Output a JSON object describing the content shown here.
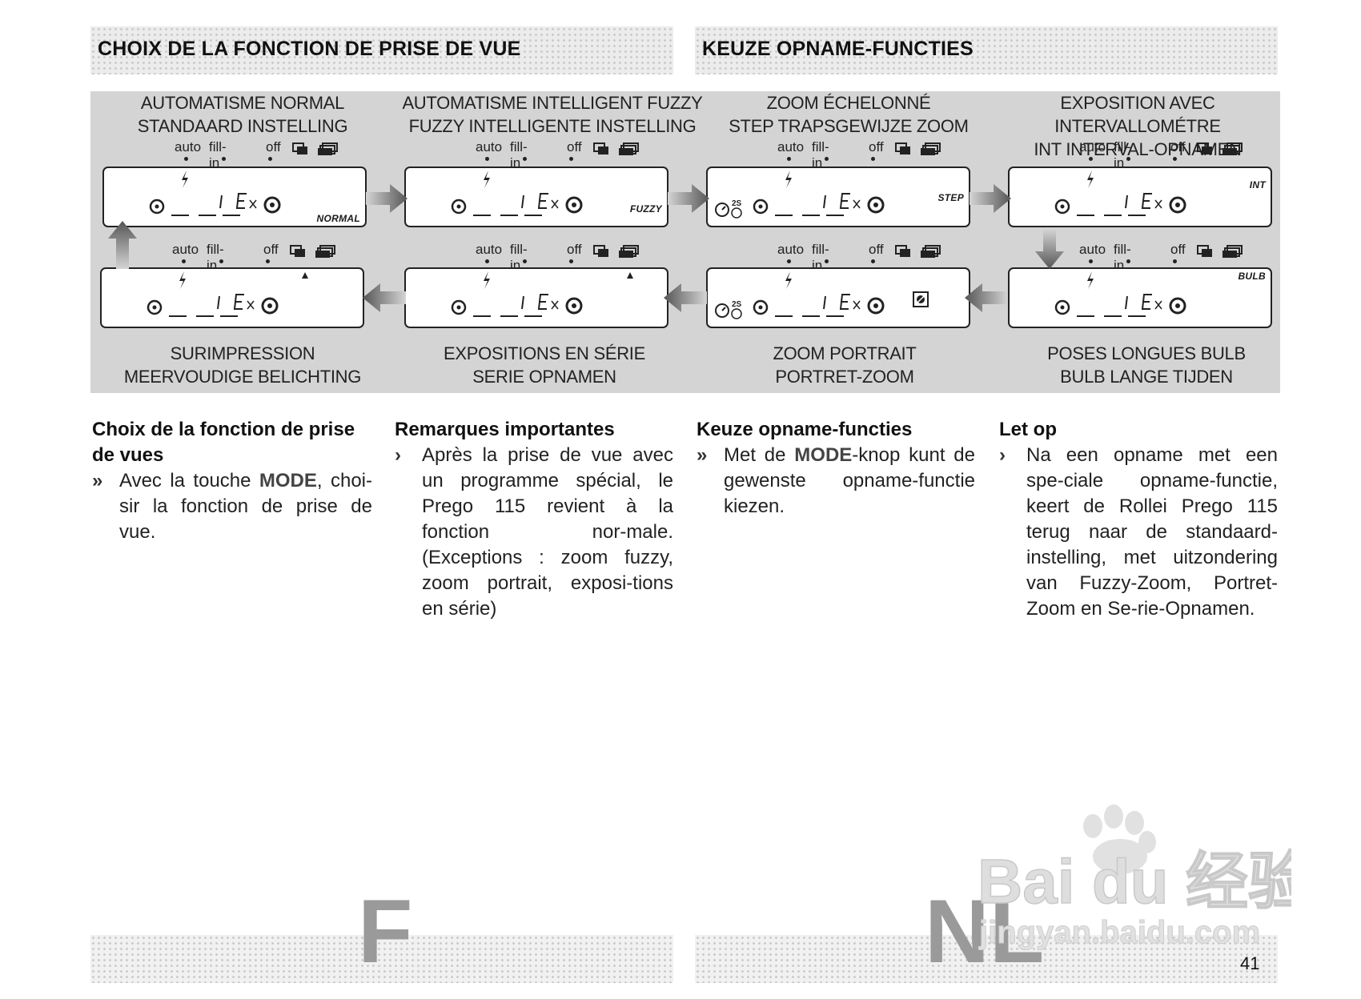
{
  "header": {
    "left_title": "CHOIX DE LA FONCTION DE PRISE DE VUE",
    "right_title": "KEUZE OPNAME-FUNCTIES"
  },
  "flash_labels": {
    "auto": "auto",
    "fill_in": "fill-in",
    "off": "off"
  },
  "modes": {
    "normal": {
      "fr": "AUTOMATISME NORMAL",
      "nl": "STANDAARD INSTELLING",
      "tag": "NORMAL"
    },
    "fuzzy": {
      "fr": "AUTOMATISME INTELLIGENT FUZZY",
      "nl": "FUZZY INTELLIGENTE INSTELLING",
      "tag": "FUZZY"
    },
    "step": {
      "fr": "ZOOM ÉCHELONNÉ",
      "nl": "STEP TRAPSGEWIJZE ZOOM",
      "tag": "STEP"
    },
    "int": {
      "fr": "EXPOSITION AVEC INTERVALLOMÉTRE",
      "nl": "INT INTERVAL-OPNAMEN",
      "tag": "INT"
    },
    "multi": {
      "fr": "SURIMPRESSION",
      "nl": "MEERVOUDIGE BELICHTING"
    },
    "series": {
      "fr": "EXPOSITIONS EN SÉRIE",
      "nl": "SERIE OPNAMEN"
    },
    "portrait": {
      "fr": "ZOOM PORTRAIT",
      "nl": "PORTRET-ZOOM"
    },
    "bulb": {
      "fr": "POSES LONGUES BULB",
      "nl": "BULB LANGE TIJDEN",
      "tag": "BULB"
    }
  },
  "columns": {
    "c1": {
      "title": "Choix de la fonction de prise de vues",
      "pre": "Avec la touche ",
      "key": "MODE",
      "post": ", choi-sir la fonction de prise de vue."
    },
    "c2": {
      "title": "Remarques importantes",
      "text": "Après la prise de vue avec un programme spécial, le Prego 115 revient à la fonction nor-male. (Exceptions : zoom fuzzy, zoom portrait, exposi-tions en série)"
    },
    "c3": {
      "title": "Keuze opname-functies",
      "pre": "Met de ",
      "key": "MODE",
      "post": "-knop kunt de gewenste opname-functie kiezen."
    },
    "c4": {
      "title": "Let op",
      "text": "Na een opname met een spe-ciale opname-functie, keert de Rollei Prego 115 terug naar de standaard-instelling, met uitzondering van Fuzzy-Zoom, Portret-Zoom en Se-rie-Opnamen."
    }
  },
  "footer": {
    "lang_left": "F",
    "lang_right": "NL",
    "page_number": "41"
  },
  "watermark": {
    "line1": "Bai du 经验",
    "line2": "jingyan.baidu.com"
  }
}
